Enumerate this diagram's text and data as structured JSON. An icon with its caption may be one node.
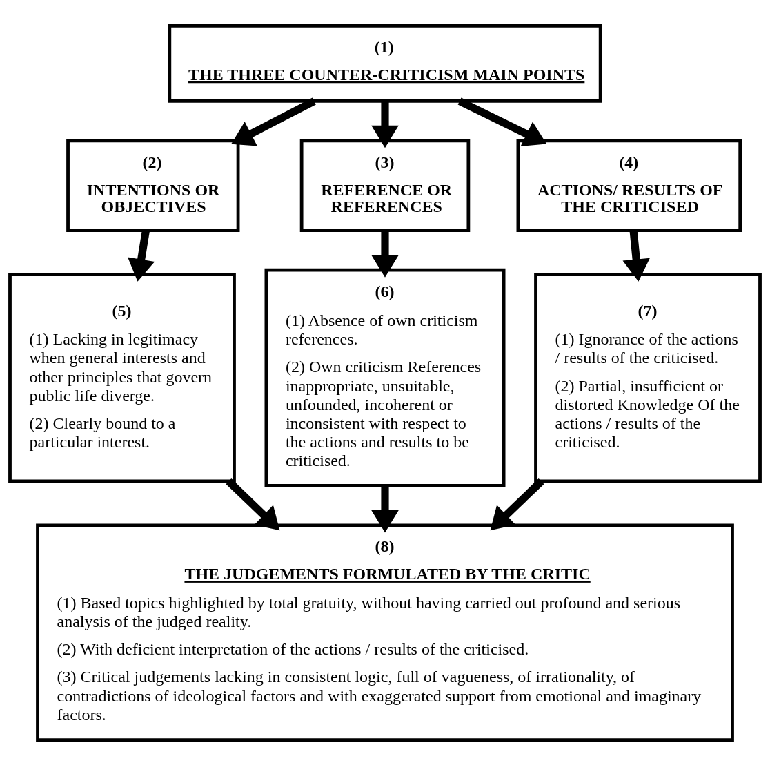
{
  "diagram": {
    "nodes": [
      {
        "text": [
          "(1)",
          "THE THREE COUNTER-CRITICISM MAIN POINTS"
        ]
      },
      {
        "text": [
          "(2)",
          "INTENTIONS OR OBJECTIVES"
        ]
      },
      {
        "text": [
          "(3)",
          "REFERENCE OR REFERENCES"
        ]
      },
      {
        "text": [
          "(4)",
          "ACTIONS/ RESULTS OF THE CRITICISED"
        ]
      },
      {
        "text": [
          "(5)",
          "(1) Lacking in legitimacy when general interests and other principles that govern public life diverge.",
          "(2) Clearly bound to a particular interest."
        ]
      },
      {
        "text": [
          "(6)",
          "(1) Absence of own criticism references.",
          "(2) Own criticism References inappropriate, unsuitable, unfounded, incoherent or inconsistent with respect to the actions and results to be criticised."
        ]
      },
      {
        "text": [
          "(7)",
          "(1) Ignorance of the actions / results of the criticised.",
          "(2) Partial, insufficient or distorted Knowledge Of the actions / results of the criticised."
        ]
      },
      {
        "text": [
          "(8)",
          "THE JUDGEMENTS FORMULATED BY THE CRITIC",
          "(1) Based topics highlighted by total gratuity, without having carried out profound and serious analysis of the judged reality.",
          "(2) With deficient interpretation of the actions / results of the criticised.",
          "(3) Critical judgements lacking in consistent logic, full of vagueness, of irrationality, of contradictions of ideological factors and with exaggerated support from emotional and imaginary factors."
        ]
      }
    ],
    "edges": [
      {
        "from": 0,
        "to": 1,
        "arrow": "to"
      },
      {
        "from": 0,
        "to": 2,
        "arrow": "to"
      },
      {
        "from": 0,
        "to": 3,
        "arrow": "to"
      },
      {
        "from": 1,
        "to": 4,
        "arrow": "to"
      },
      {
        "from": 2,
        "to": 5,
        "arrow": "to"
      },
      {
        "from": 3,
        "to": 6,
        "arrow": "to"
      },
      {
        "from": 4,
        "to": 7,
        "arrow": "to"
      },
      {
        "from": 5,
        "to": 7,
        "arrow": "to"
      },
      {
        "from": 6,
        "to": 7,
        "arrow": "to"
      }
    ]
  }
}
